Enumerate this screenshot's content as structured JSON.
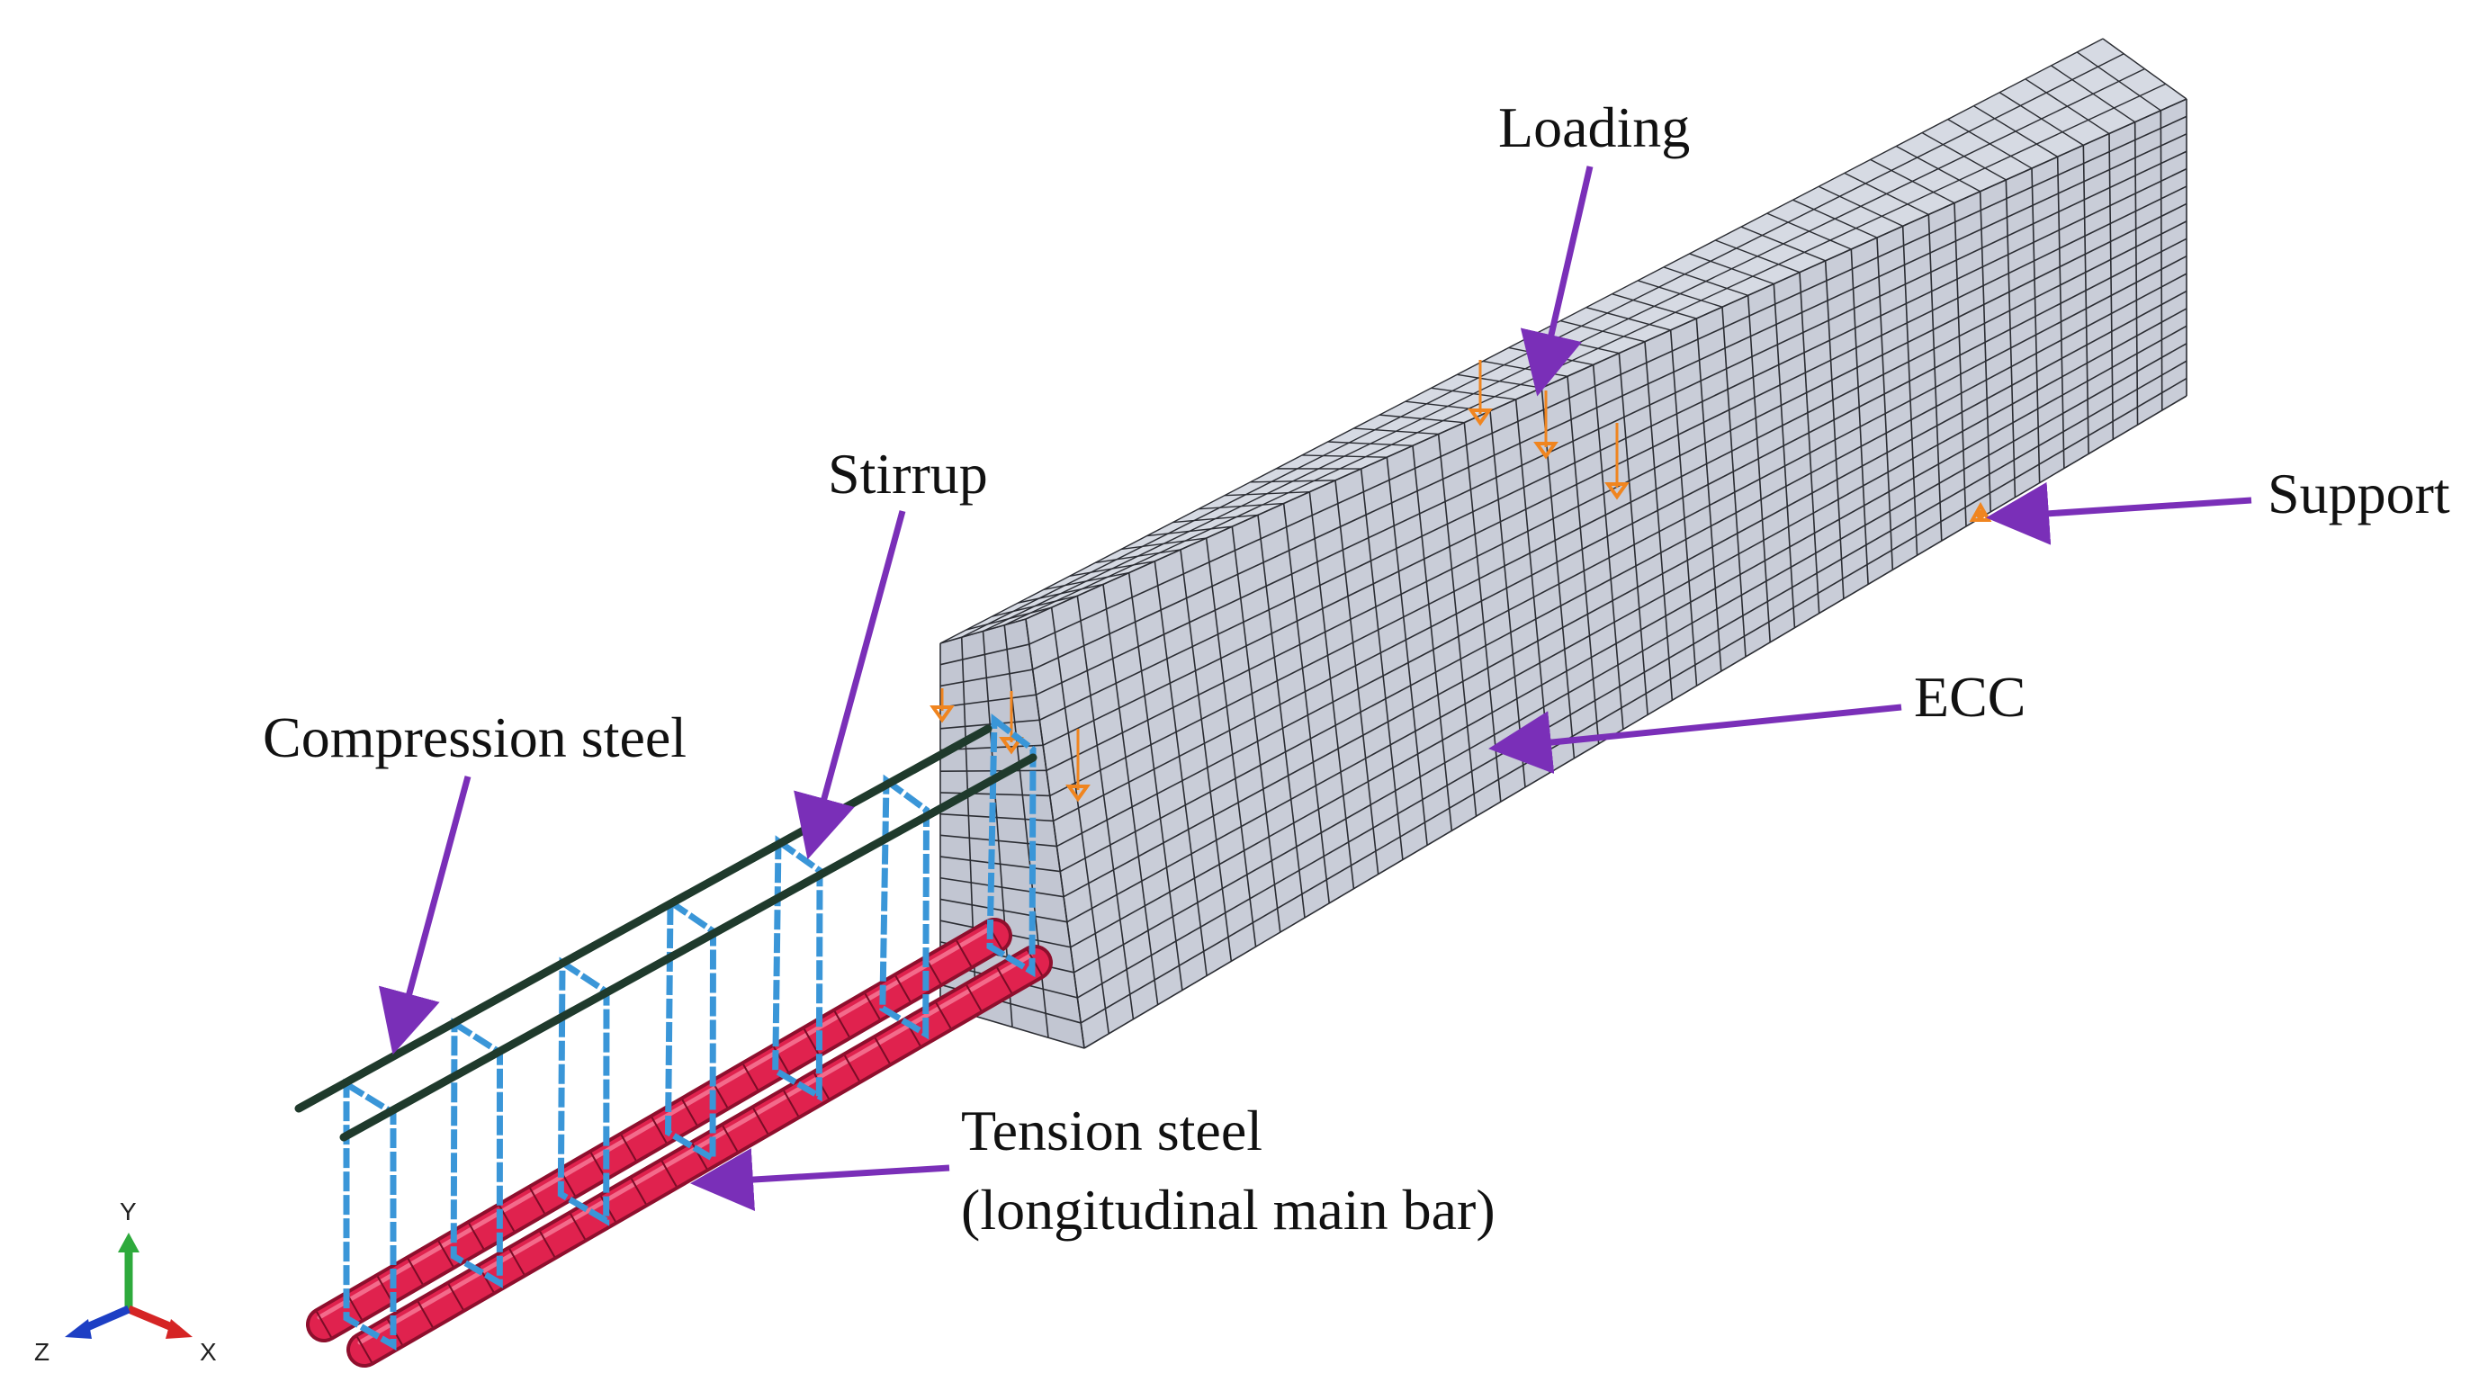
{
  "labels": {
    "loading": "Loading",
    "stirrup": "Stirrup",
    "support": "Support",
    "compression_steel": "Compression steel",
    "ecc": "ECC",
    "tension_steel_line1": "Tension steel",
    "tension_steel_line2": "(longitudinal main bar)"
  },
  "triad": {
    "y": "Y",
    "z": "Z",
    "x": "X"
  },
  "colors": {
    "mesh_front": "#c9cdd8",
    "mesh_top": "#d6dae3",
    "mesh_end": "#c2c6d2",
    "mesh_line": "#2b2d33",
    "stirrup": "#3a96d8",
    "compression_bar": "#1f3a2c",
    "tension_bar": "#e0224e",
    "load_arrow": "#f0851f",
    "callout_arrow": "#7a2fb8",
    "axis_y": "#2eaa3c",
    "axis_x": "#d52525",
    "axis_z": "#1d3fc4"
  },
  "icons": [
    "load-arrow-icon",
    "support-icon",
    "axis-triad-icon"
  ]
}
